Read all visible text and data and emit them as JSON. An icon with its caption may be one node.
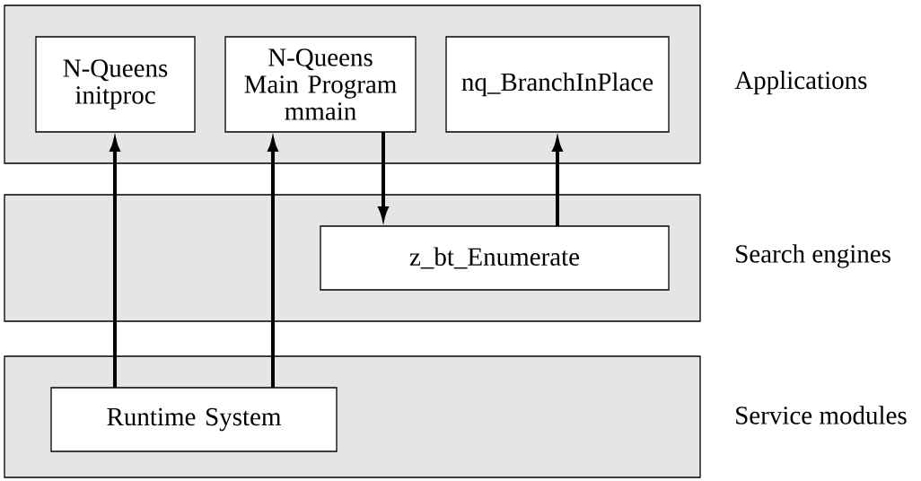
{
  "diagram": {
    "nodes": [
      {
        "text": [
          "Applications"
        ]
      },
      {
        "text": [
          "N-Queens initproc"
        ],
        "in": 0
      },
      {
        "text": [
          "N-Queens Main Program mmain"
        ],
        "in": 0
      },
      {
        "text": [
          "nq_BranchInPlace"
        ],
        "in": 0
      },
      {
        "text": [
          "Search engines"
        ]
      },
      {
        "text": [
          "z_bt_Enumerate"
        ],
        "in": 4
      },
      {
        "text": [
          "Service modules"
        ]
      },
      {
        "text": [
          "Runtime System"
        ],
        "in": 6
      }
    ],
    "edges": [
      {
        "from": 7,
        "to": 1,
        "arrow": "to"
      },
      {
        "from": 7,
        "to": 2,
        "arrow": "to"
      },
      {
        "from": 2,
        "to": 5,
        "arrow": "to"
      },
      {
        "from": 5,
        "to": 3,
        "arrow": "to"
      }
    ]
  }
}
